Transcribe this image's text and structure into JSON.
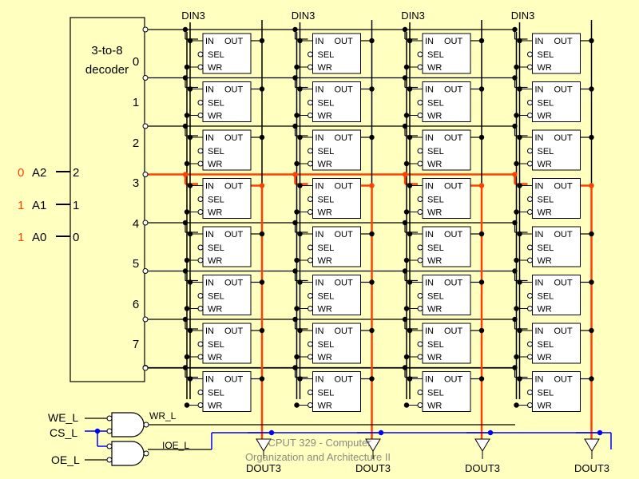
{
  "decoder": {
    "title_line1": "3-to-8",
    "title_line2": "decoder",
    "outputs": [
      "0",
      "1",
      "2",
      "3",
      "4",
      "5",
      "6",
      "7"
    ],
    "inputs": [
      "2",
      "1",
      "0"
    ]
  },
  "address": [
    {
      "value": "0",
      "name": "A2"
    },
    {
      "value": "1",
      "name": "A1"
    },
    {
      "value": "1",
      "name": "A0"
    }
  ],
  "din_labels": [
    "DIN3",
    "DIN3",
    "DIN3",
    "DIN3"
  ],
  "dout_labels": [
    "DOUT3",
    "DOUT3",
    "DOUT3",
    "DOUT3"
  ],
  "cell": {
    "in": "IN",
    "out": "OUT",
    "sel": "SEL",
    "wr": "WR"
  },
  "control": {
    "we": "WE_L",
    "cs": "CS_L",
    "oe": "OE_L",
    "wr": "WR_L",
    "ioe": "IOE_L"
  },
  "watermark": {
    "line1": "CPUT 329 - Computer",
    "line2": "Organization and Architecture II"
  },
  "selected_row": 3,
  "colors": {
    "background": "#ffffc0",
    "highlight": "#ff4000",
    "bus": "#0000ff",
    "wire": "#000000",
    "cell": "#ffffff"
  }
}
